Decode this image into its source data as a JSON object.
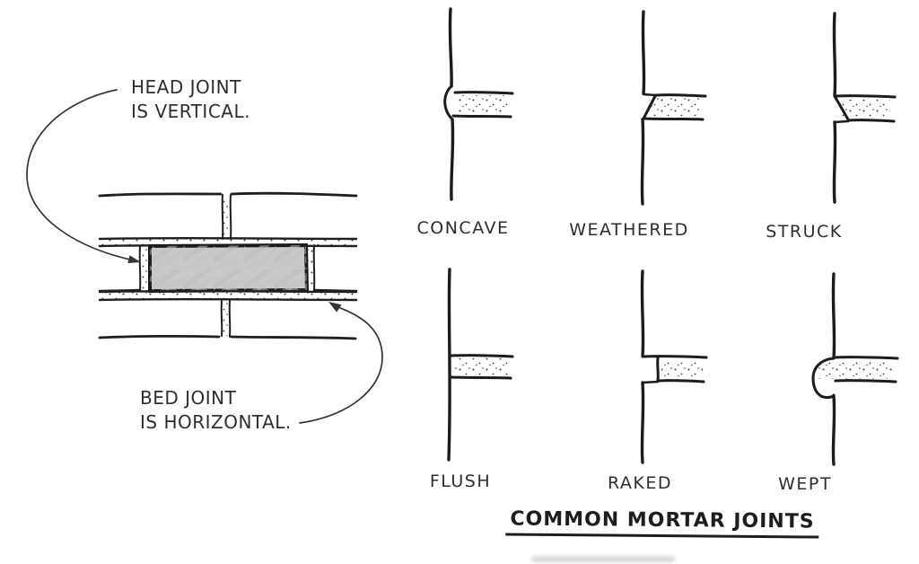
{
  "figure": {
    "title": "COMMON MORTAR JOINTS",
    "annotations": {
      "head_joint": "HEAD JOINT\nIS VERTICAL.",
      "bed_joint": "BED JOINT\nIS HORIZONTAL."
    },
    "joints": [
      {
        "label": "CONCAVE"
      },
      {
        "label": "WEATHERED"
      },
      {
        "label": "STRUCK"
      },
      {
        "label": "FLUSH"
      },
      {
        "label": "RAKED"
      },
      {
        "label": "WEPT"
      }
    ],
    "colors": {
      "ink": "#1f1f1f",
      "paper": "#ffffff",
      "brick_fill": "#c9c9c9",
      "stipple_dot": "#3a3a3a"
    }
  }
}
